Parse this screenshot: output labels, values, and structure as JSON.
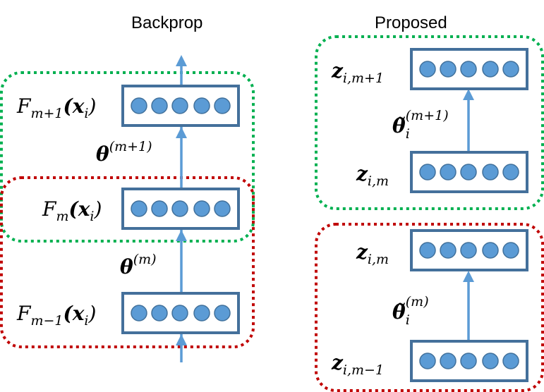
{
  "titles": {
    "backprop": "Backprop",
    "proposed": "Proposed"
  },
  "colors": {
    "box_border": "#44709b",
    "node_fill": "#5b9bd5",
    "arrow": "#5b9bd5",
    "green_group": "#00b050",
    "red_group": "#c00000"
  },
  "left": {
    "f_mp1": {
      "base": "F",
      "sub": "m+1",
      "arg": "(𝒙",
      "argsub": "i",
      "close": ")"
    },
    "f_m": {
      "base": "F",
      "sub": "m",
      "arg": "(𝒙",
      "argsub": "i",
      "close": ")"
    },
    "f_mm1": {
      "base": "F",
      "sub": "m−1",
      "arg": "(𝒙",
      "argsub": "i",
      "close": ")"
    },
    "theta_mp1": {
      "base": "θ",
      "sup": "(m+1)"
    },
    "theta_m": {
      "base": "θ",
      "sup": "(m)"
    }
  },
  "right": {
    "z_imp1": {
      "base": "z",
      "sub": "i,m+1"
    },
    "z_im_top": {
      "base": "z",
      "sub": "i,m"
    },
    "z_im_bot": {
      "base": "z",
      "sub": "i,m"
    },
    "z_imm1": {
      "base": "z",
      "sub": "i,m−1"
    },
    "theta_t_mp1": {
      "base": "θ̃",
      "sub": "i",
      "sup": "(m+1)"
    },
    "theta_t_m": {
      "base": "θ̃",
      "sub": "i",
      "sup": "(m)"
    }
  },
  "nodes_per_layer": 5
}
